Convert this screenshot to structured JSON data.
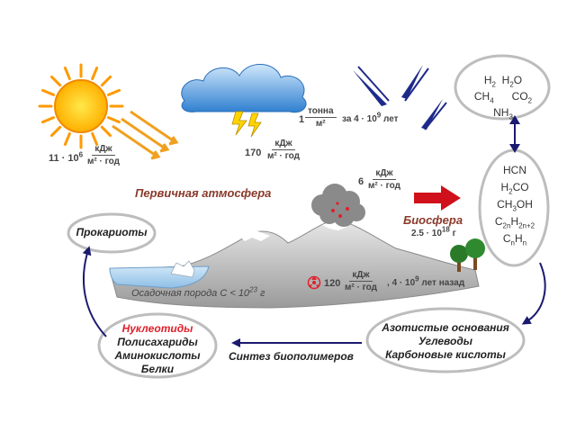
{
  "energy": {
    "sun": {
      "value": "11 · 10",
      "exp": "6",
      "unit_num": "кДж",
      "unit_den": "м² · год"
    },
    "lightning": {
      "value": "170",
      "unit_num": "кДж",
      "unit_den": "м² · год"
    },
    "meteors": {
      "value": "1",
      "unit_num": "тонна",
      "unit_den": "м²",
      "period": "за 4 · 10",
      "period_exp": "9",
      "period_unit": "лет"
    },
    "volcano": {
      "value": "6",
      "unit_num": "кДж",
      "unit_den": "м² · год"
    },
    "radioactivity": {
      "value": "120",
      "unit_num": "кДж",
      "unit_den": "м² · год",
      "time": "4 · 10",
      "time_exp": "9",
      "time_unit": "лет назад"
    }
  },
  "atmosphere": {
    "gases_line1": [
      "H",
      "2",
      "H",
      "2",
      "O"
    ],
    "gases": "H2 H2O CH4 CO2 NH3"
  },
  "primary_atmosphere": "Первичная атмосфера",
  "biosphere": {
    "label": "Биосфера",
    "mass": "2.5 · 10",
    "mass_exp": "18",
    "mass_unit": "г"
  },
  "sediment": {
    "text": "Осадочная порода C < 10",
    "exp": "23",
    "unit": "г"
  },
  "prokaryotes": "Прокариоты",
  "monomers": {
    "first": "Нуклеотиды",
    "items": [
      "Полисахариды",
      "Аминокислоты",
      "Белки"
    ]
  },
  "precursors": [
    "Азотистые основания",
    "Углеводы",
    "Карбоновые кислоты"
  ],
  "synthesis": "Синтез биополимеров",
  "colors": {
    "accent_red": "#e0202a",
    "arrow_navy": "#1a1a6e",
    "title_brown": "#8a3a2a",
    "sun": "#ffcc00",
    "cloud": "#3b8fd8"
  }
}
